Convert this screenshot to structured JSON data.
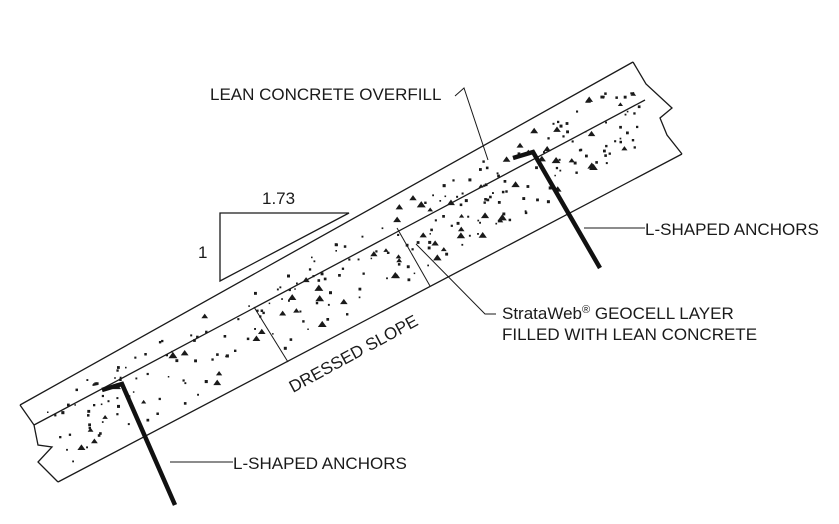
{
  "labels": {
    "overfill": "LEAN CONCRETE OVERFILL",
    "ratio_run": "1.73",
    "ratio_rise": "1",
    "anchors_upper": "L-SHAPED ANCHORS",
    "anchors_lower": "L-SHAPED ANCHORS",
    "geocell_line1": "StrataWeb",
    "geocell_reg": "®",
    "geocell_line1_rest": " GEOCELL LAYER",
    "geocell_line2": "FILLED WITH LEAN CONCRETE",
    "slope": "DRESSED SLOPE"
  },
  "colors": {
    "line": "#1a1a1a",
    "background": "#ffffff"
  }
}
